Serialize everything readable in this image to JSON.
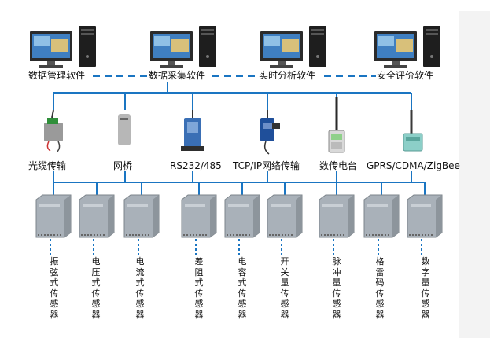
{
  "software": [
    {
      "label": "数据管理软件"
    },
    {
      "label": "数据采集软件"
    },
    {
      "label": "实时分析软件"
    },
    {
      "label": "安全评价软件"
    }
  ],
  "devices": [
    {
      "label": "光缆传输"
    },
    {
      "label": "网桥"
    },
    {
      "label": "RS232/485"
    },
    {
      "label": "TCP/IP网络传输"
    },
    {
      "label": "数传电台"
    },
    {
      "label": "GPRS/CDMA/ZigBee"
    }
  ],
  "sensors": [
    {
      "label": "振\n弦\n式\n传\n感\n器"
    },
    {
      "label": "电\n压\n式\n传\n感\n器"
    },
    {
      "label": "电\n流\n式\n传\n感\n器"
    },
    {
      "label": "差\n阻\n式\n传\n感\n器"
    },
    {
      "label": "电\n容\n式\n传\n感\n器"
    },
    {
      "label": "开\n关\n量\n传\n感\n器"
    },
    {
      "label": "脉\n冲\n量\n传\n感\n器"
    },
    {
      "label": "格\n雷\n码\n传\n感\n器"
    },
    {
      "label": "数\n字\n量\n传\n感\n器"
    }
  ],
  "colors": {
    "bus": "#1a75c2",
    "cabinet": "#a9b1b9",
    "screen": "#3f7fc1"
  }
}
